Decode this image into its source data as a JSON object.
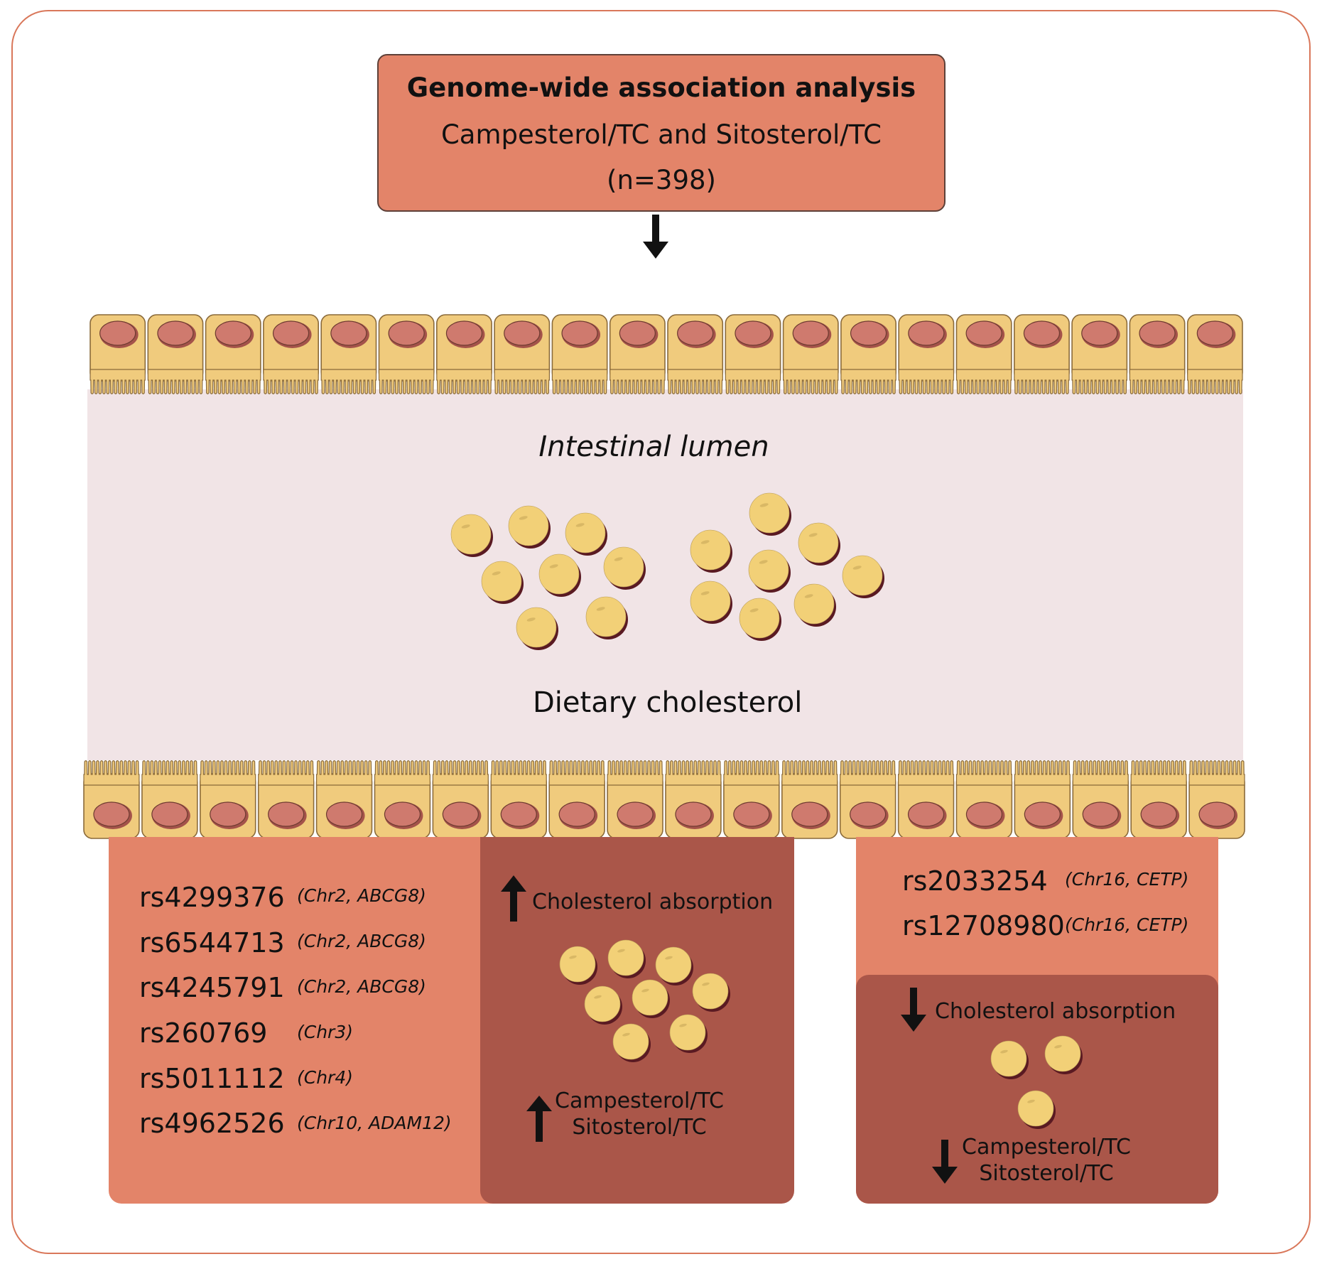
{
  "header": {
    "title": "Genome-wide association analysis",
    "subtitle": "Campesterol/TC and Sitosterol/TC",
    "sample": "(n=398)"
  },
  "lumen": {
    "label": "Intestinal lumen",
    "cholesterol_label": "Dietary cholesterol"
  },
  "left_group": {
    "snps": [
      {
        "id": "rs4299376",
        "annotation": "(Chr2, ABCG8)"
      },
      {
        "id": "rs6544713",
        "annotation": "(Chr2, ABCG8)"
      },
      {
        "id": "rs4245791",
        "annotation": "(Chr2, ABCG8)"
      },
      {
        "id": "rs260769",
        "annotation": "(Chr3)"
      },
      {
        "id": "rs5011112",
        "annotation": "(Chr4)"
      },
      {
        "id": "rs4962526",
        "annotation": "(Chr10, ADAM12)"
      }
    ],
    "effect": {
      "direction": "up",
      "absorption": "Cholesterol absorption",
      "ratio_1": "Campesterol/TC",
      "ratio_2": "Sitosterol/TC"
    }
  },
  "right_group": {
    "snps": [
      {
        "id": "rs2033254",
        "annotation": "(Chr16, CETP)"
      },
      {
        "id": "rs12708980",
        "annotation": "(Chr16, CETP)"
      }
    ],
    "effect": {
      "direction": "down",
      "absorption": "Cholesterol absorption",
      "ratio_1": "Campesterol/TC",
      "ratio_2": "Sitosterol/TC"
    }
  },
  "colors": {
    "frame": "#d9775a",
    "box_fill": "#e38469",
    "dark_fill": "#aa5649",
    "cell_fill": "#f0cb7d",
    "nucleus": "#cf7a6e",
    "lumen_bg": "#f1e4e6",
    "particle": "#f2d077",
    "particle_shadow": "#5a1a22"
  }
}
